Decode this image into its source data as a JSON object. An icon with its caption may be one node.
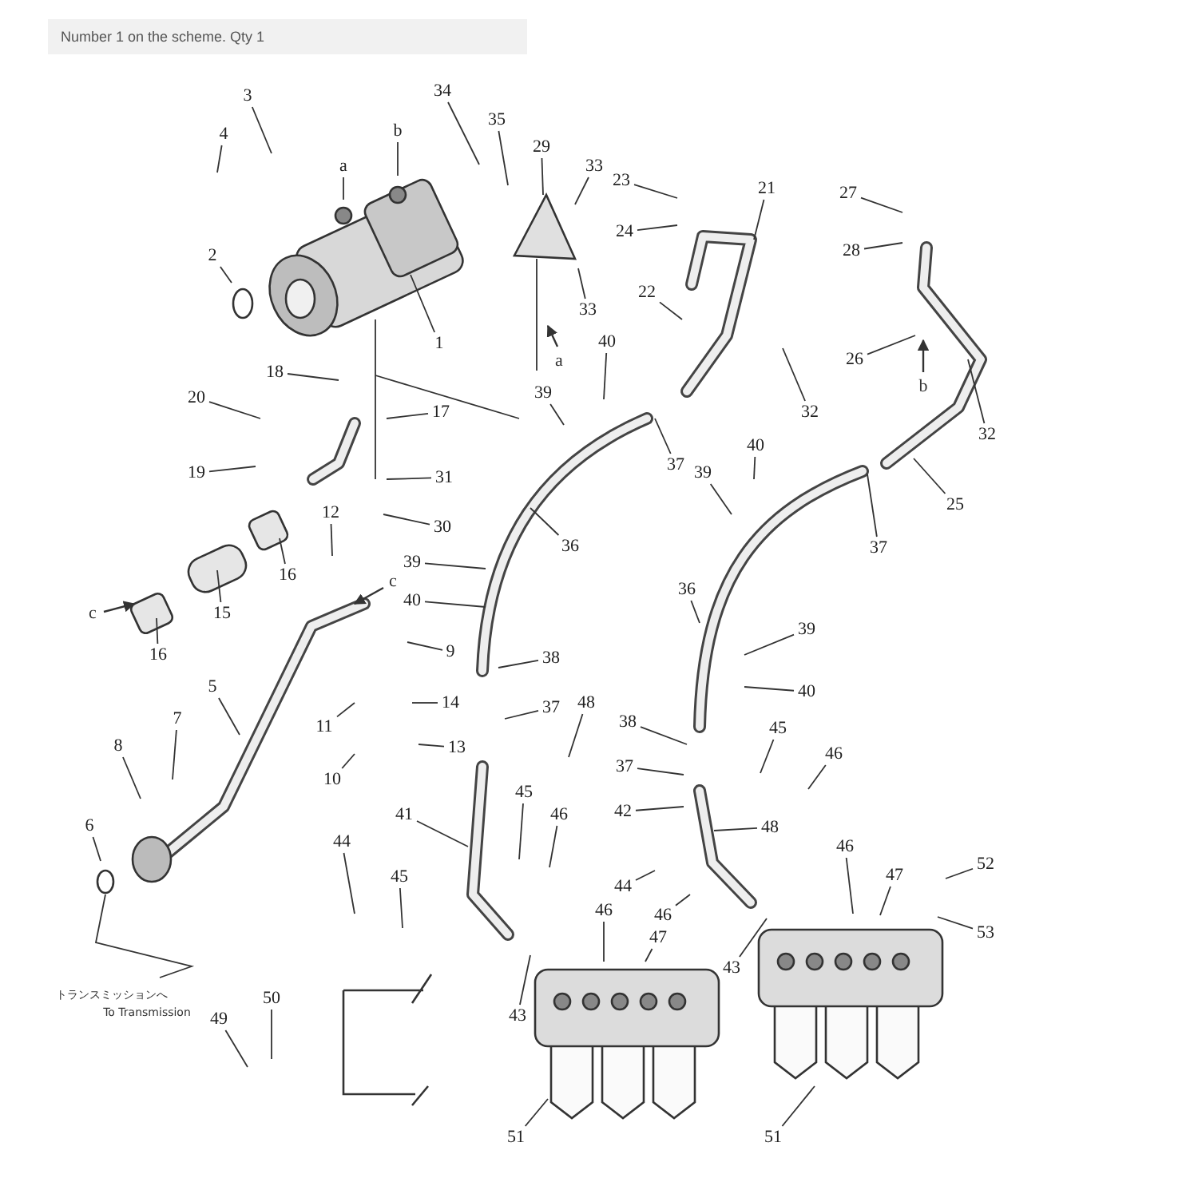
{
  "diagram": {
    "title": "Number 1 on the scheme. Qty 1",
    "nodes": [
      {
        "text": [
          "3"
        ]
      },
      {
        "text": [
          "4"
        ]
      },
      {
        "text": [
          "34"
        ]
      },
      {
        "text": [
          "35"
        ]
      },
      {
        "text": [
          "b"
        ]
      },
      {
        "text": [
          "29"
        ]
      },
      {
        "text": [
          "a"
        ]
      },
      {
        "text": [
          "23"
        ]
      },
      {
        "text": [
          "33"
        ]
      },
      {
        "text": [
          "21"
        ]
      },
      {
        "text": [
          "27"
        ]
      },
      {
        "text": [
          "24"
        ]
      },
      {
        "text": [
          "28"
        ]
      },
      {
        "text": [
          "2"
        ]
      },
      {
        "text": [
          "22"
        ]
      },
      {
        "text": [
          "33"
        ]
      },
      {
        "text": [
          "1"
        ]
      },
      {
        "text": [
          "26"
        ]
      },
      {
        "text": [
          "40"
        ]
      },
      {
        "text": [
          "18"
        ]
      },
      {
        "text": [
          "39"
        ]
      },
      {
        "text": [
          "20"
        ]
      },
      {
        "text": [
          "32"
        ]
      },
      {
        "text": [
          "17"
        ]
      },
      {
        "text": [
          "32"
        ]
      },
      {
        "text": [
          "40"
        ]
      },
      {
        "text": [
          "37"
        ]
      },
      {
        "text": [
          "19"
        ]
      },
      {
        "text": [
          "39"
        ]
      },
      {
        "text": [
          "31"
        ]
      },
      {
        "text": [
          "25"
        ]
      },
      {
        "text": [
          "12"
        ]
      },
      {
        "text": [
          "30"
        ]
      },
      {
        "text": [
          "36"
        ]
      },
      {
        "text": [
          "37"
        ]
      },
      {
        "text": [
          "39"
        ]
      },
      {
        "text": [
          "16"
        ]
      },
      {
        "text": [
          "40"
        ]
      },
      {
        "text": [
          "36"
        ]
      },
      {
        "text": [
          "15"
        ]
      },
      {
        "text": [
          "9"
        ]
      },
      {
        "text": [
          "39"
        ]
      },
      {
        "text": [
          "16"
        ]
      },
      {
        "text": [
          "38"
        ]
      },
      {
        "text": [
          "5"
        ]
      },
      {
        "text": [
          "40"
        ]
      },
      {
        "text": [
          "14"
        ]
      },
      {
        "text": [
          "37"
        ]
      },
      {
        "text": [
          "48"
        ]
      },
      {
        "text": [
          "7"
        ]
      },
      {
        "text": [
          "38"
        ]
      },
      {
        "text": [
          "11"
        ]
      },
      {
        "text": [
          "45"
        ]
      },
      {
        "text": [
          "13"
        ]
      },
      {
        "text": [
          "8"
        ]
      },
      {
        "text": [
          "46"
        ]
      },
      {
        "text": [
          "37"
        ]
      },
      {
        "text": [
          "10"
        ]
      },
      {
        "text": [
          "45"
        ]
      },
      {
        "text": [
          "42"
        ]
      },
      {
        "text": [
          "41"
        ]
      },
      {
        "text": [
          "46"
        ]
      },
      {
        "text": [
          "48"
        ]
      },
      {
        "text": [
          "6"
        ]
      },
      {
        "text": [
          "44"
        ]
      },
      {
        "text": [
          "46"
        ]
      },
      {
        "text": [
          "52"
        ]
      },
      {
        "text": [
          "47"
        ]
      },
      {
        "text": [
          "45"
        ]
      },
      {
        "text": [
          "44"
        ]
      },
      {
        "text": [
          "46"
        ]
      },
      {
        "text": [
          "46"
        ]
      },
      {
        "text": [
          "47"
        ]
      },
      {
        "text": [
          "53"
        ]
      },
      {
        "text": [
          "43"
        ]
      },
      {
        "text": [
          "50"
        ]
      },
      {
        "text": [
          "43"
        ]
      },
      {
        "text": [
          "49"
        ]
      },
      {
        "text": [
          "51"
        ]
      },
      {
        "text": [
          "51"
        ]
      }
    ],
    "edges": [
      {
        "from": 0,
        "to": null,
        "arrow": "none"
      },
      {
        "from": 1,
        "to": null,
        "arrow": "none"
      },
      {
        "from": 2,
        "to": null,
        "arrow": "none"
      },
      {
        "from": 3,
        "to": null,
        "arrow": "none"
      },
      {
        "from": 4,
        "to": null,
        "arrow": "none"
      },
      {
        "from": 5,
        "to": null,
        "arrow": "none"
      },
      {
        "from": 6,
        "to": null,
        "arrow": "none"
      },
      {
        "from": 7,
        "to": null,
        "arrow": "none"
      },
      {
        "from": 8,
        "to": null,
        "arrow": "none"
      },
      {
        "from": 9,
        "to": null,
        "arrow": "none"
      },
      {
        "from": 10,
        "to": null,
        "arrow": "none"
      },
      {
        "from": 11,
        "to": null,
        "arrow": "none"
      },
      {
        "from": 12,
        "to": null,
        "arrow": "none"
      },
      {
        "from": 13,
        "to": null,
        "arrow": "none"
      },
      {
        "from": 14,
        "to": null,
        "arrow": "none"
      },
      {
        "from": 15,
        "to": null,
        "arrow": "none"
      },
      {
        "from": 16,
        "to": null,
        "arrow": "none"
      },
      {
        "from": 17,
        "to": null,
        "arrow": "none"
      },
      {
        "from": 18,
        "to": null,
        "arrow": "none"
      },
      {
        "from": 19,
        "to": null,
        "arrow": "none"
      },
      {
        "from": 20,
        "to": null,
        "arrow": "none"
      },
      {
        "from": 21,
        "to": null,
        "arrow": "none"
      },
      {
        "from": 22,
        "to": null,
        "arrow": "none"
      },
      {
        "from": 23,
        "to": null,
        "arrow": "none"
      },
      {
        "from": 24,
        "to": null,
        "arrow": "none"
      },
      {
        "from": 25,
        "to": null,
        "arrow": "none"
      },
      {
        "from": 26,
        "to": null,
        "arrow": "none"
      },
      {
        "from": 27,
        "to": null,
        "arrow": "none"
      },
      {
        "from": 28,
        "to": null,
        "arrow": "none"
      },
      {
        "from": 29,
        "to": null,
        "arrow": "none"
      },
      {
        "from": 30,
        "to": null,
        "arrow": "none"
      },
      {
        "from": 31,
        "to": null,
        "arrow": "none"
      },
      {
        "from": 32,
        "to": null,
        "arrow": "none"
      },
      {
        "from": 33,
        "to": null,
        "arrow": "none"
      },
      {
        "from": 34,
        "to": null,
        "arrow": "none"
      },
      {
        "from": 35,
        "to": null,
        "arrow": "none"
      },
      {
        "from": 36,
        "to": null,
        "arrow": "none"
      },
      {
        "from": 37,
        "to": null,
        "arrow": "none"
      },
      {
        "from": 38,
        "to": null,
        "arrow": "none"
      },
      {
        "from": 39,
        "to": null,
        "arrow": "none"
      },
      {
        "from": 40,
        "to": null,
        "arrow": "none"
      },
      {
        "from": 41,
        "to": null,
        "arrow": "none"
      },
      {
        "from": 42,
        "to": null,
        "arrow": "none"
      },
      {
        "from": 43,
        "to": null,
        "arrow": "none"
      },
      {
        "from": 44,
        "to": null,
        "arrow": "none"
      },
      {
        "from": 45,
        "to": null,
        "arrow": "none"
      },
      {
        "from": 46,
        "to": null,
        "arrow": "none"
      },
      {
        "from": 47,
        "to": null,
        "arrow": "none"
      },
      {
        "from": 48,
        "to": null,
        "arrow": "none"
      },
      {
        "from": 49,
        "to": null,
        "arrow": "none"
      },
      {
        "from": 50,
        "to": null,
        "arrow": "none"
      },
      {
        "from": 51,
        "to": null,
        "arrow": "none"
      },
      {
        "from": 52,
        "to": null,
        "arrow": "none"
      },
      {
        "from": 53,
        "to": null,
        "arrow": "none"
      },
      {
        "from": 54,
        "to": null,
        "arrow": "none"
      },
      {
        "from": 55,
        "to": null,
        "arrow": "none"
      },
      {
        "from": 56,
        "to": null,
        "arrow": "none"
      },
      {
        "from": 57,
        "to": null,
        "arrow": "none"
      },
      {
        "from": 58,
        "to": null,
        "arrow": "none"
      },
      {
        "from": 59,
        "to": null,
        "arrow": "none"
      },
      {
        "from": 60,
        "to": null,
        "arrow": "none"
      },
      {
        "from": 61,
        "to": null,
        "arrow": "none"
      },
      {
        "from": 62,
        "to": null,
        "arrow": "none"
      },
      {
        "from": 63,
        "to": null,
        "arrow": "none"
      },
      {
        "from": 64,
        "to": null,
        "arrow": "none"
      },
      {
        "from": 65,
        "to": null,
        "arrow": "none"
      },
      {
        "from": 66,
        "to": null,
        "arrow": "none"
      },
      {
        "from": 67,
        "to": null,
        "arrow": "none"
      },
      {
        "from": 68,
        "to": null,
        "arrow": "none"
      },
      {
        "from": 69,
        "to": null,
        "arrow": "none"
      },
      {
        "from": 70,
        "to": null,
        "arrow": "none"
      },
      {
        "from": 71,
        "to": null,
        "arrow": "none"
      },
      {
        "from": 72,
        "to": null,
        "arrow": "none"
      },
      {
        "from": 73,
        "to": null,
        "arrow": "none"
      },
      {
        "from": 74,
        "to": null,
        "arrow": "none"
      },
      {
        "from": 75,
        "to": null,
        "arrow": "none"
      },
      {
        "from": 76,
        "to": null,
        "arrow": "none"
      },
      {
        "from": 77,
        "to": null,
        "arrow": "none"
      },
      {
        "from": 78,
        "to": null,
        "arrow": "none"
      },
      {
        "from": 79,
        "to": null,
        "arrow": "none"
      }
    ],
    "labels": [
      "a",
      "b",
      "c",
      "c",
      "トランスミッションへ",
      "To Transmission"
    ]
  }
}
